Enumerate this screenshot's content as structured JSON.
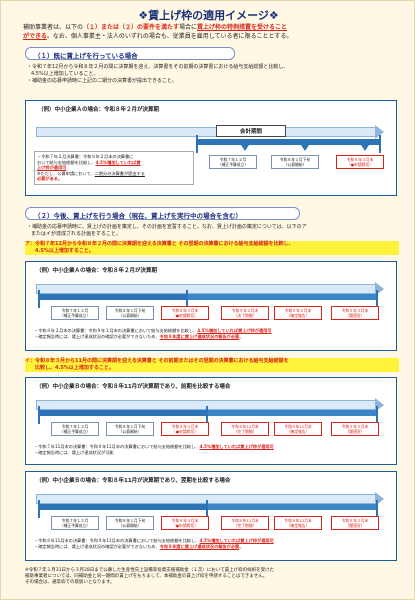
{
  "title": "❖賃上げ枠の適用イメージ❖",
  "intro": {
    "part1": "補助事業者は、以下の",
    "red1": "（１）または（２）の要件を満たす",
    "part2": "場合に",
    "red2": "賃上げ枠の特例措置を受けること",
    "red2b": "ができる",
    "part3": "。なお、個人事業主・法人のいずれの場合も、従業員を雇用している者に限ることとする。"
  },
  "section1": {
    "title": "（１）既に賃上げを行っている場合",
    "bullet1": "・令和７年12月から令和８年２月の間に決算期を迎え、決算書をその前期の決算書における給与支給総額と比較し、",
    "bullet1b": "4.5%以上増加していること。",
    "bullet2": "・補助金の応募申請時に上記の二期分の決算書が提出できること。",
    "example": "（例）中小企業Ａの場合：令和８年２月が決算期",
    "period": "会計期間",
    "cards": [
      {
        "line1": "令和７年１２月",
        "line2": "（補正予算成立）"
      },
      {
        "line1": "令和８年１月下旬",
        "line2": "（公募開始）"
      },
      {
        "line1": "令和８年３月末",
        "line2": "（●申請締切）"
      }
    ],
    "desc_line1": "・令和７年２月決算書：令和８年２月末の決算書に",
    "desc_line2": "おいて給与支給総額を比較し、",
    "desc_red": "4.5%増加していれば賃",
    "desc_red2": "上げ枠が適用可",
    "desc_line3": "※ただし、公募申請において、",
    "desc_ul": "二期分の決算書が提出する",
    "desc_red3": "必要がある",
    "desc_end": "。"
  },
  "section2": {
    "title": "（２）今後、賃上げを行う場合（現在、賃上げを実行中の場合を含む）",
    "bullet1": "・補助金の応募申請時に、賃上げの計画を策定し、その計画を宣誓すること。なお、賃上げ計画の策定については、以下のア",
    "bullet1b": "またはイが達成される計画をすること。",
    "a_line": "ア：令和７年12月から令和８年２月の間に決算期を迎える決算書と その翌期の決算書における給与支給総額を比較し、",
    "a_line2": "4.5%以上増加すること。",
    "example_a": "（例）中小企業Ａの場合：令和８年２月が決算期",
    "cards_a": [
      {
        "line1": "令和７年１２月",
        "line2": "（補正予算成立）"
      },
      {
        "line1": "令和８年１月下旬",
        "line2": "（公募開始）"
      },
      {
        "line1": "令和８年３月末",
        "line2": "（●申請締切）"
      },
      {
        "line1": "令和９年２月末",
        "line2": "（決了期間）"
      },
      {
        "line1": "令和９年２月末",
        "line2": "（確定報告）"
      },
      {
        "line1": "令和９年３月末",
        "line2": "（閾値宣）"
      }
    ],
    "desc_a1": "・令和８年２月末の決算書：令和９年２月末の決算書において給与支給総額を比較し、",
    "desc_a1_red": "4.5%増加していれば賃上げ枠が適用可",
    "desc_a2": "・確定報告時には、賃上げ達成状況の確認が必要ができないため、",
    "desc_a2_ul": "令和９年度に賃上げ達成状況の報告が必要",
    "desc_a2_end": "。",
    "i_line": "イ：令和８年３月から11月の間に決算期を迎える決算書と その前期またはその翌期の決算書における給与支給総額を",
    "i_line2": "比較し、4.5%以上増加すること。",
    "example_b1": "（例）中小企業Ｂの場合：令和８年11月が決算期であり、前期を比較する場合",
    "cards_b1": [
      {
        "line1": "令和７年１２月",
        "line2": "（補正予算成立）"
      },
      {
        "line1": "令和８年１月下旬",
        "line2": "（公募開始）"
      },
      {
        "line1": "令和８年３月末",
        "line2": "（●申請締切）"
      },
      {
        "line1": "令和８年12月末",
        "line2": "（完了期間）"
      },
      {
        "line1": "令和８年12月末",
        "line2": "（確定報告）"
      },
      {
        "line1": "令和９年３月末",
        "line2": "（閾値宣）"
      }
    ],
    "desc_b1": "・令和７年11月末の決算書：令和８年11月末の決算書において給与支給総額を比較し、",
    "desc_b1_red": "4.5%増加していれば賃上げ枠が適用可",
    "desc_b1_2": "・確定報告時には、賃上げ達成状況が可能",
    "example_b2": "（例）中小企業Ｂの場合：令和８年11月が決算期であり、翌期を比較する場合",
    "cards_b2": [
      {
        "line1": "令和７年１２月",
        "line2": "（補正予算成立）"
      },
      {
        "line1": "令和８年１月下旬",
        "line2": "（公募開始）"
      },
      {
        "line1": "令和８年３月末",
        "line2": "（●申請締切）"
      },
      {
        "line1": "令和８年12月末",
        "line2": "（完了期間）"
      },
      {
        "line1": "令和８年12月末",
        "line2": "（確定報告）"
      },
      {
        "line1": "令和９年３月末",
        "line2": "（閾値宣）"
      }
    ],
    "desc_b2": "・令和８年11月末の決算書：令和９年11月末の決算書において給与支給総額を比較し、",
    "desc_b2_red": "4.5%増加していれば賃上げ枠が適用可",
    "desc_b2_2": "・確定報告時には、賃上げ達成状況の確認が必要ができないため、",
    "desc_b2_ul": "令和９年度に賃上げ達成状況の報告が必要",
    "desc_b2_end": "。"
  },
  "footnote": {
    "line1": "※令和７年１月31日から３月28日まで公募した生産性向上設備等投資支援補助金（１次）において賃上げ枠の採択を受けた",
    "line2": "補助事業者については、同補助金と同一期間の賃上げをもちまして、本補助金の賃上げ枠を申請することはできません。",
    "line3": "その場合は、通常枠での取扱いとなります。"
  },
  "colors": {
    "title": "#1a2f7a",
    "accent_red": "#d8261c",
    "highlight": "#fff23a",
    "frame_blue": "#1b5da0"
  }
}
